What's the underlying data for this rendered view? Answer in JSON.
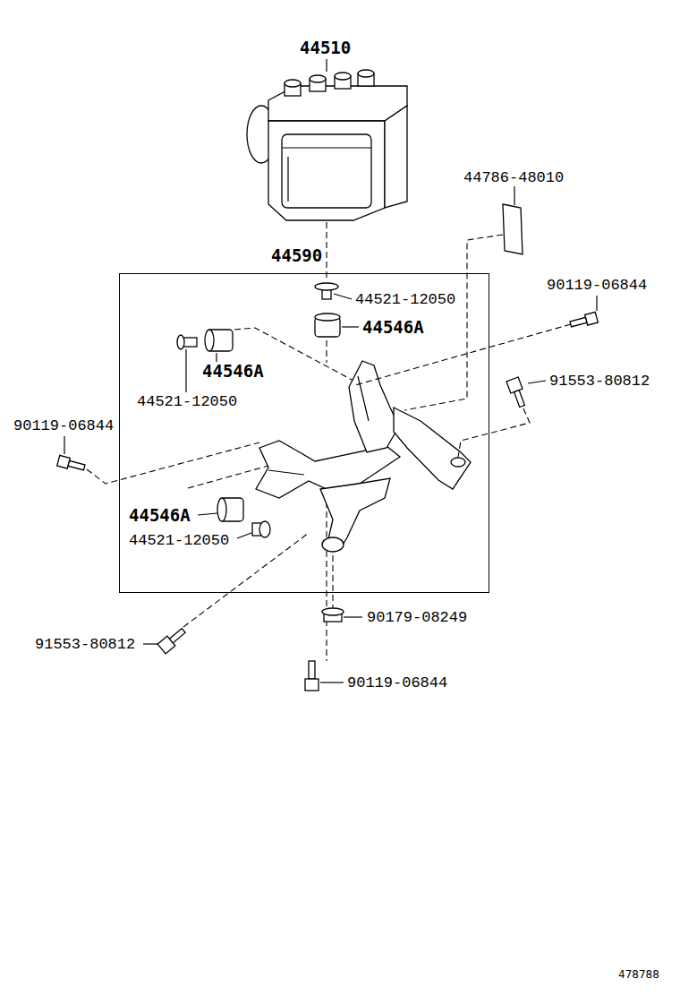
{
  "diagram": {
    "nodes": [
      {
        "text": [
          "44590"
        ]
      }
    ],
    "labels": [
      "44510",
      "44786-48010",
      "44521-12050",
      "90119-06844",
      "44546A",
      "44546A",
      "44521-12050",
      "91553-80812",
      "90119-06844",
      "44546A",
      "44521-12050",
      "91553-80812",
      "90179-08249",
      "90119-06844",
      "478788"
    ]
  }
}
